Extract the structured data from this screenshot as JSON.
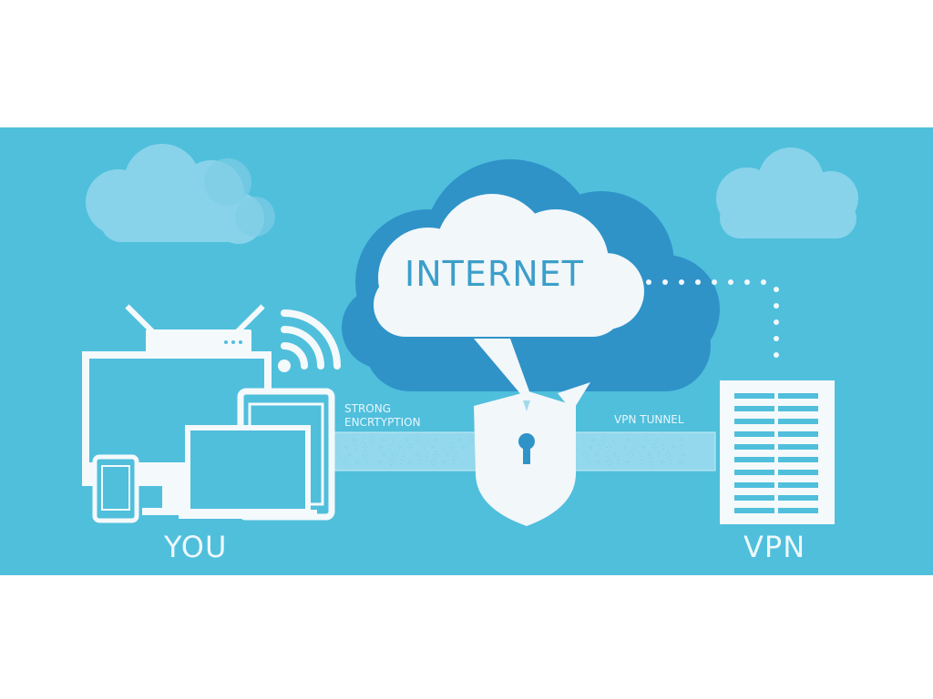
{
  "labels": {
    "you": "YOU",
    "vpn": "VPN",
    "internet": "INTERNET",
    "encryption_line1": "STRONG",
    "encryption_line2": "ENCRTYPTION",
    "tunnel": "VPN TUNNEL"
  },
  "colors": {
    "background": "#4fbfdc",
    "cloud_dark": "#2f93c8",
    "cloud_light": "#f2f7fa",
    "device_white": "#f4f9fb",
    "tunnel_band": "#9fdcee"
  },
  "icons": [
    "cloud-icon",
    "router-icon",
    "wifi-icon",
    "monitor-icon",
    "tablet-icon",
    "phone-icon",
    "laptop-icon",
    "shield-lock-icon",
    "server-icon"
  ]
}
